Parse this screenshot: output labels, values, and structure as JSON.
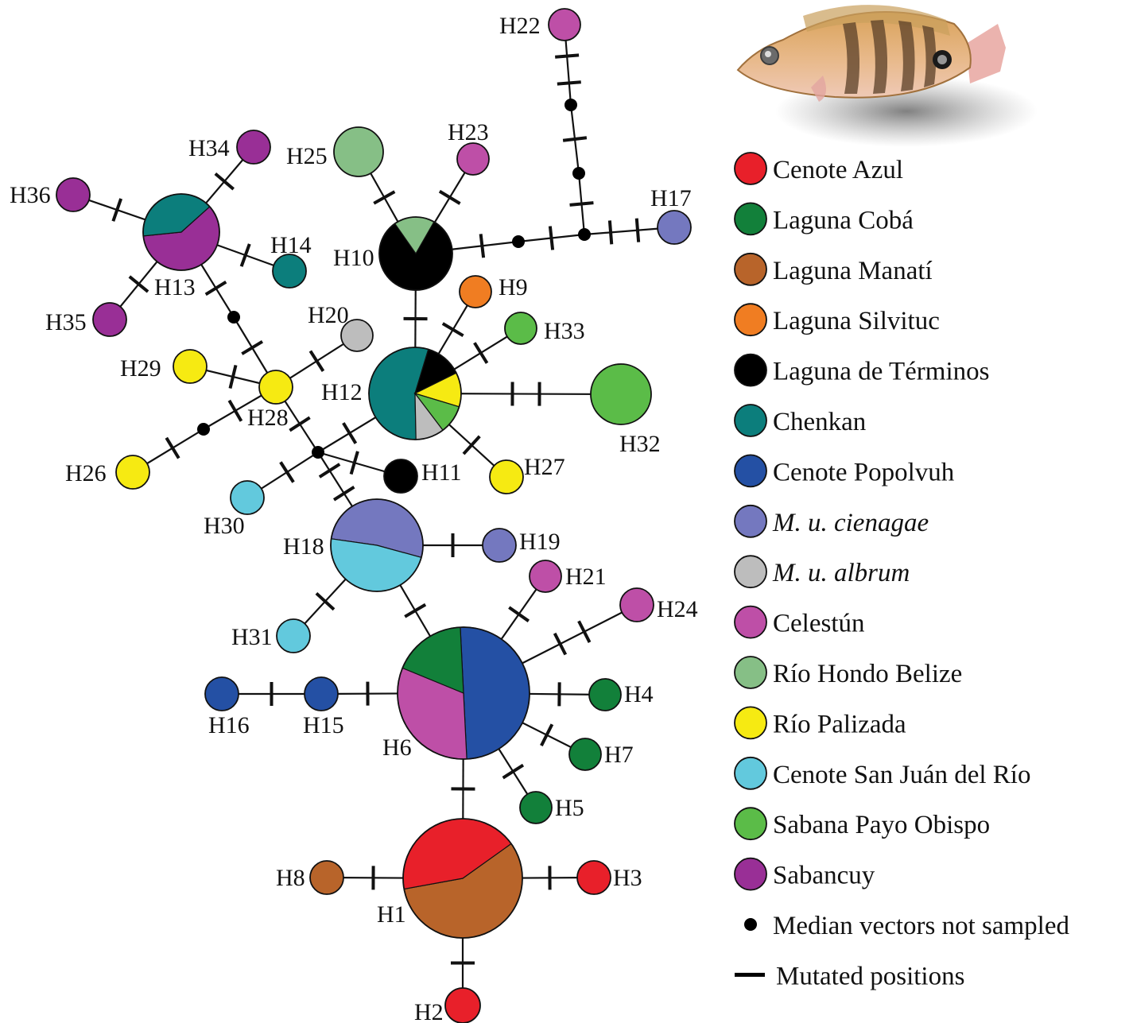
{
  "colors": {
    "cenote_azul": "#e8202a",
    "laguna_coba": "#12803a",
    "laguna_manati": "#b8642a",
    "laguna_silvituc": "#f07d22",
    "laguna_terminos": "#000000",
    "chenkan": "#0c7e7c",
    "cenote_popolvuh": "#2450a4",
    "cienagae": "#7478bf",
    "albrum": "#bdbdbd",
    "celestun": "#be4fa7",
    "rio_hondo": "#86bf86",
    "rio_palizada": "#f6ea12",
    "san_juan": "#62c9dd",
    "sabana_payo": "#5bbc48",
    "sabancuy": "#992f96"
  },
  "legend": [
    {
      "key": "cenote_azul",
      "label": "Cenote Azul",
      "italic": false
    },
    {
      "key": "laguna_coba",
      "label": "Laguna Cobá",
      "italic": false
    },
    {
      "key": "laguna_manati",
      "label": "Laguna Manatí",
      "italic": false
    },
    {
      "key": "laguna_silvituc",
      "label": "Laguna Silvituc",
      "italic": false
    },
    {
      "key": "laguna_terminos",
      "label": "Laguna de Términos",
      "italic": false
    },
    {
      "key": "chenkan",
      "label": "Chenkan",
      "italic": false
    },
    {
      "key": "cenote_popolvuh",
      "label": "Cenote Popolvuh",
      "italic": false
    },
    {
      "key": "cienagae",
      "label": "M. u. cienagae",
      "italic": true
    },
    {
      "key": "albrum",
      "label": "M. u. albrum",
      "italic": true
    },
    {
      "key": "celestun",
      "label": "Celestún",
      "italic": false
    },
    {
      "key": "rio_hondo",
      "label": "Río Hondo Belize",
      "italic": false
    },
    {
      "key": "rio_palizada",
      "label": "Río Palizada",
      "italic": false
    },
    {
      "key": "san_juan",
      "label": "Cenote San Juán del Río",
      "italic": false
    },
    {
      "key": "sabana_payo",
      "label": "Sabana Payo Obispo",
      "italic": false
    },
    {
      "key": "sabancuy",
      "label": "Sabancuy",
      "italic": false
    }
  ],
  "legend_median": "Median vectors not sampled",
  "legend_mutation": "Mutated positions",
  "haplotypes": [
    {
      "id": "H1",
      "label": "H1",
      "pie": [
        {
          "key": "laguna_manati",
          "value": 0.57
        },
        {
          "key": "cenote_azul",
          "value": 0.43
        }
      ]
    },
    {
      "id": "H2",
      "label": "H2",
      "pie": [
        {
          "key": "cenote_azul",
          "value": 1
        }
      ]
    },
    {
      "id": "H3",
      "label": "H3",
      "pie": [
        {
          "key": "cenote_azul",
          "value": 1
        }
      ]
    },
    {
      "id": "H4",
      "label": "H4",
      "pie": [
        {
          "key": "laguna_coba",
          "value": 1
        }
      ]
    },
    {
      "id": "H5",
      "label": "H5",
      "pie": [
        {
          "key": "laguna_coba",
          "value": 1
        }
      ]
    },
    {
      "id": "H6",
      "label": "H6",
      "pie": [
        {
          "key": "cenote_popolvuh",
          "value": 0.5
        },
        {
          "key": "celestun",
          "value": 0.32
        },
        {
          "key": "laguna_coba",
          "value": 0.18
        }
      ]
    },
    {
      "id": "H7",
      "label": "H7",
      "pie": [
        {
          "key": "laguna_coba",
          "value": 1
        }
      ]
    },
    {
      "id": "H8",
      "label": "H8",
      "pie": [
        {
          "key": "laguna_manati",
          "value": 1
        }
      ]
    },
    {
      "id": "H9",
      "label": "H9",
      "pie": [
        {
          "key": "laguna_silvituc",
          "value": 1
        }
      ]
    },
    {
      "id": "H10",
      "label": "H10",
      "pie": [
        {
          "key": "laguna_terminos",
          "value": 0.82
        },
        {
          "key": "rio_hondo",
          "value": 0.18
        }
      ]
    },
    {
      "id": "H11",
      "label": "H11",
      "pie": [
        {
          "key": "laguna_terminos",
          "value": 1
        }
      ]
    },
    {
      "id": "H12",
      "label": "H12",
      "pie": [
        {
          "key": "chenkan",
          "value": 0.55
        },
        {
          "key": "laguna_terminos",
          "value": 0.13
        },
        {
          "key": "rio_palizada",
          "value": 0.12
        },
        {
          "key": "sabana_payo",
          "value": 0.1
        },
        {
          "key": "albrum",
          "value": 0.1
        }
      ]
    },
    {
      "id": "H13",
      "label": "H13",
      "pie": [
        {
          "key": "sabancuy",
          "value": 0.6
        },
        {
          "key": "chenkan",
          "value": 0.4
        }
      ]
    },
    {
      "id": "H14",
      "label": "H14",
      "pie": [
        {
          "key": "chenkan",
          "value": 1
        }
      ]
    },
    {
      "id": "H15",
      "label": "H15",
      "pie": [
        {
          "key": "cenote_popolvuh",
          "value": 1
        }
      ]
    },
    {
      "id": "H16",
      "label": "H16",
      "pie": [
        {
          "key": "cenote_popolvuh",
          "value": 1
        }
      ]
    },
    {
      "id": "H17",
      "label": "H17",
      "pie": [
        {
          "key": "cienagae",
          "value": 1
        }
      ]
    },
    {
      "id": "H18",
      "label": "H18",
      "pie": [
        {
          "key": "cienagae",
          "value": 0.52
        },
        {
          "key": "san_juan",
          "value": 0.48
        }
      ]
    },
    {
      "id": "H19",
      "label": "H19",
      "pie": [
        {
          "key": "cienagae",
          "value": 1
        }
      ]
    },
    {
      "id": "H20",
      "label": "H20",
      "pie": [
        {
          "key": "albrum",
          "value": 1
        }
      ]
    },
    {
      "id": "H21",
      "label": "H21",
      "pie": [
        {
          "key": "celestun",
          "value": 1
        }
      ]
    },
    {
      "id": "H22",
      "label": "H22",
      "pie": [
        {
          "key": "celestun",
          "value": 1
        }
      ]
    },
    {
      "id": "H23",
      "label": "H23",
      "pie": [
        {
          "key": "celestun",
          "value": 1
        }
      ]
    },
    {
      "id": "H24",
      "label": "H24",
      "pie": [
        {
          "key": "celestun",
          "value": 1
        }
      ]
    },
    {
      "id": "H25",
      "label": "H25",
      "pie": [
        {
          "key": "rio_hondo",
          "value": 1
        }
      ]
    },
    {
      "id": "H26",
      "label": "H26",
      "pie": [
        {
          "key": "rio_palizada",
          "value": 1
        }
      ]
    },
    {
      "id": "H27",
      "label": "H27",
      "pie": [
        {
          "key": "rio_palizada",
          "value": 1
        }
      ]
    },
    {
      "id": "H28",
      "label": "H28",
      "pie": [
        {
          "key": "rio_palizada",
          "value": 1
        }
      ]
    },
    {
      "id": "H29",
      "label": "H29",
      "pie": [
        {
          "key": "rio_palizada",
          "value": 1
        }
      ]
    },
    {
      "id": "H30",
      "label": "H30",
      "pie": [
        {
          "key": "san_juan",
          "value": 1
        }
      ]
    },
    {
      "id": "H31",
      "label": "H31",
      "pie": [
        {
          "key": "san_juan",
          "value": 1
        }
      ]
    },
    {
      "id": "H32",
      "label": "H32",
      "pie": [
        {
          "key": "sabana_payo",
          "value": 1
        }
      ]
    },
    {
      "id": "H33",
      "label": "H33",
      "pie": [
        {
          "key": "sabana_payo",
          "value": 1
        }
      ]
    },
    {
      "id": "H34",
      "label": "H34",
      "pie": [
        {
          "key": "sabancuy",
          "value": 1
        }
      ]
    },
    {
      "id": "H35",
      "label": "H35",
      "pie": [
        {
          "key": "sabancuy",
          "value": 1
        }
      ]
    },
    {
      "id": "H36",
      "label": "H36",
      "pie": [
        {
          "key": "sabancuy",
          "value": 1
        }
      ]
    }
  ],
  "edges": [
    {
      "from": "H1",
      "to": "H2",
      "mutations": 1
    },
    {
      "from": "H1",
      "to": "H3",
      "mutations": 1
    },
    {
      "from": "H1",
      "to": "H8",
      "mutations": 1
    },
    {
      "from": "H1",
      "to": "H6",
      "mutations": 1
    },
    {
      "from": "H6",
      "to": "H4",
      "mutations": 1
    },
    {
      "from": "H6",
      "to": "H5",
      "mutations": 1
    },
    {
      "from": "H6",
      "to": "H7",
      "mutations": 1
    },
    {
      "from": "H6",
      "to": "H21",
      "mutations": 1
    },
    {
      "from": "H6",
      "to": "H24",
      "mutations": 2
    },
    {
      "from": "H6",
      "to": "H15",
      "mutations": 1
    },
    {
      "from": "H15",
      "to": "H16",
      "mutations": 1
    },
    {
      "from": "H6",
      "to": "H18",
      "mutations": 1
    },
    {
      "from": "H18",
      "to": "H19",
      "mutations": 1
    },
    {
      "from": "H18",
      "to": "H31",
      "mutations": 1
    },
    {
      "from": "H18",
      "to": "mv1",
      "mutations": 2
    },
    {
      "from": "mv1",
      "to": "H30",
      "mutations": 1
    },
    {
      "from": "mv1",
      "to": "H11",
      "mutations": 1
    },
    {
      "from": "mv1",
      "to": "H12",
      "mutations": 1
    },
    {
      "from": "mv1",
      "to": "H28",
      "mutations": 1
    },
    {
      "from": "H28",
      "to": "H29",
      "mutations": 1
    },
    {
      "from": "H28",
      "to": "H20",
      "mutations": 1
    },
    {
      "from": "H28",
      "to": "mv2",
      "mutations": 1
    },
    {
      "from": "mv2",
      "to": "H26",
      "mutations": 1
    },
    {
      "from": "H28",
      "to": "mv3",
      "mutations": 1
    },
    {
      "from": "mv3",
      "to": "H13",
      "mutations": 1
    },
    {
      "from": "H13",
      "to": "H34",
      "mutations": 1
    },
    {
      "from": "H13",
      "to": "H35",
      "mutations": 1
    },
    {
      "from": "H13",
      "to": "H36",
      "mutations": 1
    },
    {
      "from": "H13",
      "to": "H14",
      "mutations": 1
    },
    {
      "from": "H12",
      "to": "H10",
      "mutations": 1
    },
    {
      "from": "H12",
      "to": "H9",
      "mutations": 1
    },
    {
      "from": "H12",
      "to": "H33",
      "mutations": 1
    },
    {
      "from": "H12",
      "to": "H27",
      "mutations": 1
    },
    {
      "from": "H12",
      "to": "H32",
      "mutations": 2
    },
    {
      "from": "H10",
      "to": "H25",
      "mutations": 1
    },
    {
      "from": "H10",
      "to": "H23",
      "mutations": 1
    },
    {
      "from": "H10",
      "to": "mv4",
      "mutations": 1
    },
    {
      "from": "mv4",
      "to": "mv5",
      "mutations": 1
    },
    {
      "from": "mv5",
      "to": "H17",
      "mutations": 2
    },
    {
      "from": "mv5",
      "to": "mv6",
      "mutations": 1
    },
    {
      "from": "mv6",
      "to": "mv7",
      "mutations": 1
    },
    {
      "from": "mv7",
      "to": "H22",
      "mutations": 2
    }
  ]
}
